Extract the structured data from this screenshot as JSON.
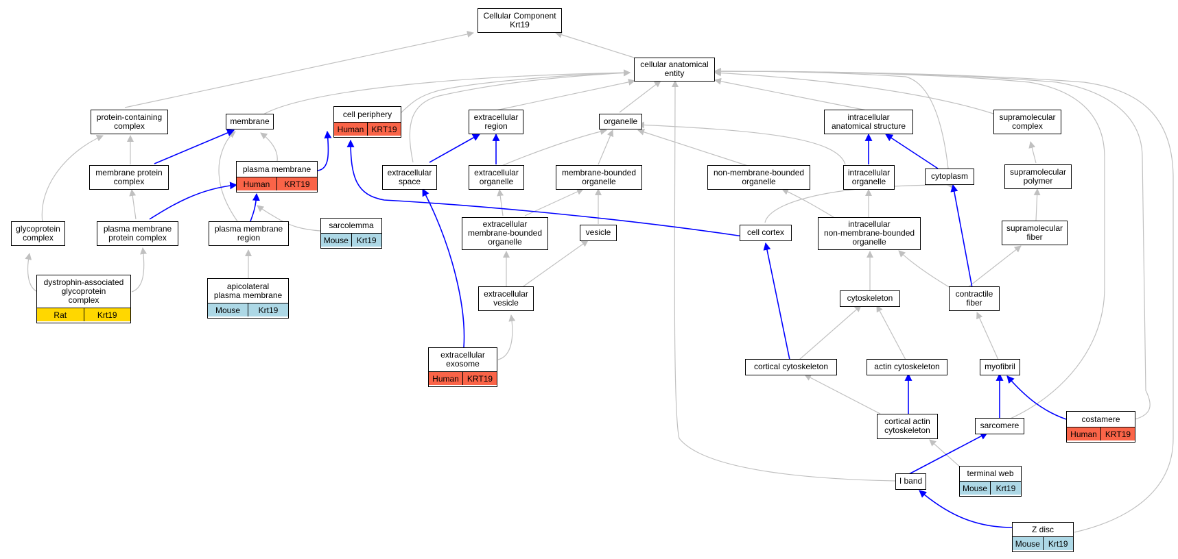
{
  "colors": {
    "gray_edge": "#c0c0c0",
    "blue_edge": "#0000ff",
    "human": "#fa6448",
    "mouse": "#add8e6",
    "rat": "#ffd700"
  },
  "nodes": {
    "root": {
      "label": "Cellular Component\nKrt19"
    },
    "cae": {
      "label": "cellular anatomical\nentity"
    },
    "pcc": {
      "label": "protein-containing\ncomplex"
    },
    "membrane": {
      "label": "membrane"
    },
    "cellper": {
      "label": "cell periphery",
      "tags": [
        {
          "species": "Human",
          "gene": "KRT19"
        }
      ]
    },
    "excreg": {
      "label": "extracellular\nregion"
    },
    "organelle": {
      "label": "organelle"
    },
    "ias": {
      "label": "intracellular\nanatomical structure"
    },
    "smc": {
      "label": "supramolecular\ncomplex"
    },
    "mpc": {
      "label": "membrane protein\ncomplex"
    },
    "pm": {
      "label": "plasma membrane",
      "tags": [
        {
          "species": "Human",
          "gene": "KRT19"
        }
      ]
    },
    "excspace": {
      "label": "extracellular\nspace"
    },
    "excorg": {
      "label": "extracellular\norganelle"
    },
    "mbo": {
      "label": "membrane-bounded\norganelle"
    },
    "nmbo": {
      "label": "non-membrane-bounded\norganelle"
    },
    "intorg": {
      "label": "intracellular\norganelle"
    },
    "cytoplasm": {
      "label": "cytoplasm"
    },
    "smp": {
      "label": "supramolecular\npolymer"
    },
    "gpc": {
      "label": "glycoprotein\ncomplex"
    },
    "pmpc": {
      "label": "plasma membrane\nprotein complex"
    },
    "pmr": {
      "label": "plasma membrane\nregion"
    },
    "sarcolemma": {
      "label": "sarcolemma",
      "tags": [
        {
          "species": "Mouse",
          "gene": "Krt19"
        }
      ]
    },
    "embo": {
      "label": "extracellular\nmembrane-bounded\norganelle"
    },
    "vesicle": {
      "label": "vesicle"
    },
    "cortex": {
      "label": "cell cortex"
    },
    "inmbo": {
      "label": "intracellular\nnon-membrane-bounded\norganelle"
    },
    "smf": {
      "label": "supramolecular\nfiber"
    },
    "dgc": {
      "label": "dystrophin-associated\nglycoprotein\ncomplex",
      "tags": [
        {
          "species": "Rat",
          "gene": "Krt19"
        }
      ]
    },
    "apm": {
      "label": "apicolateral\nplasma membrane",
      "tags": [
        {
          "species": "Mouse",
          "gene": "Krt19"
        }
      ]
    },
    "excves": {
      "label": "extracellular\nvesicle"
    },
    "cytoskel": {
      "label": "cytoskeleton"
    },
    "cf": {
      "label": "contractile\nfiber"
    },
    "exosome": {
      "label": "extracellular\nexosome",
      "tags": [
        {
          "species": "Human",
          "gene": "KRT19"
        }
      ]
    },
    "ccyto": {
      "label": "cortical cytoskeleton"
    },
    "actin": {
      "label": "actin cytoskeleton"
    },
    "myofibril": {
      "label": "myofibril"
    },
    "cac": {
      "label": "cortical actin\ncytoskeleton"
    },
    "sarcomere": {
      "label": "sarcomere"
    },
    "costamere": {
      "label": "costamere",
      "tags": [
        {
          "species": "Human",
          "gene": "KRT19"
        }
      ]
    },
    "tweb": {
      "label": "terminal web",
      "tags": [
        {
          "species": "Mouse",
          "gene": "Krt19"
        }
      ]
    },
    "iband": {
      "label": "I band"
    },
    "zdisc": {
      "label": "Z disc",
      "tags": [
        {
          "species": "Mouse",
          "gene": "Krt19"
        }
      ]
    }
  }
}
